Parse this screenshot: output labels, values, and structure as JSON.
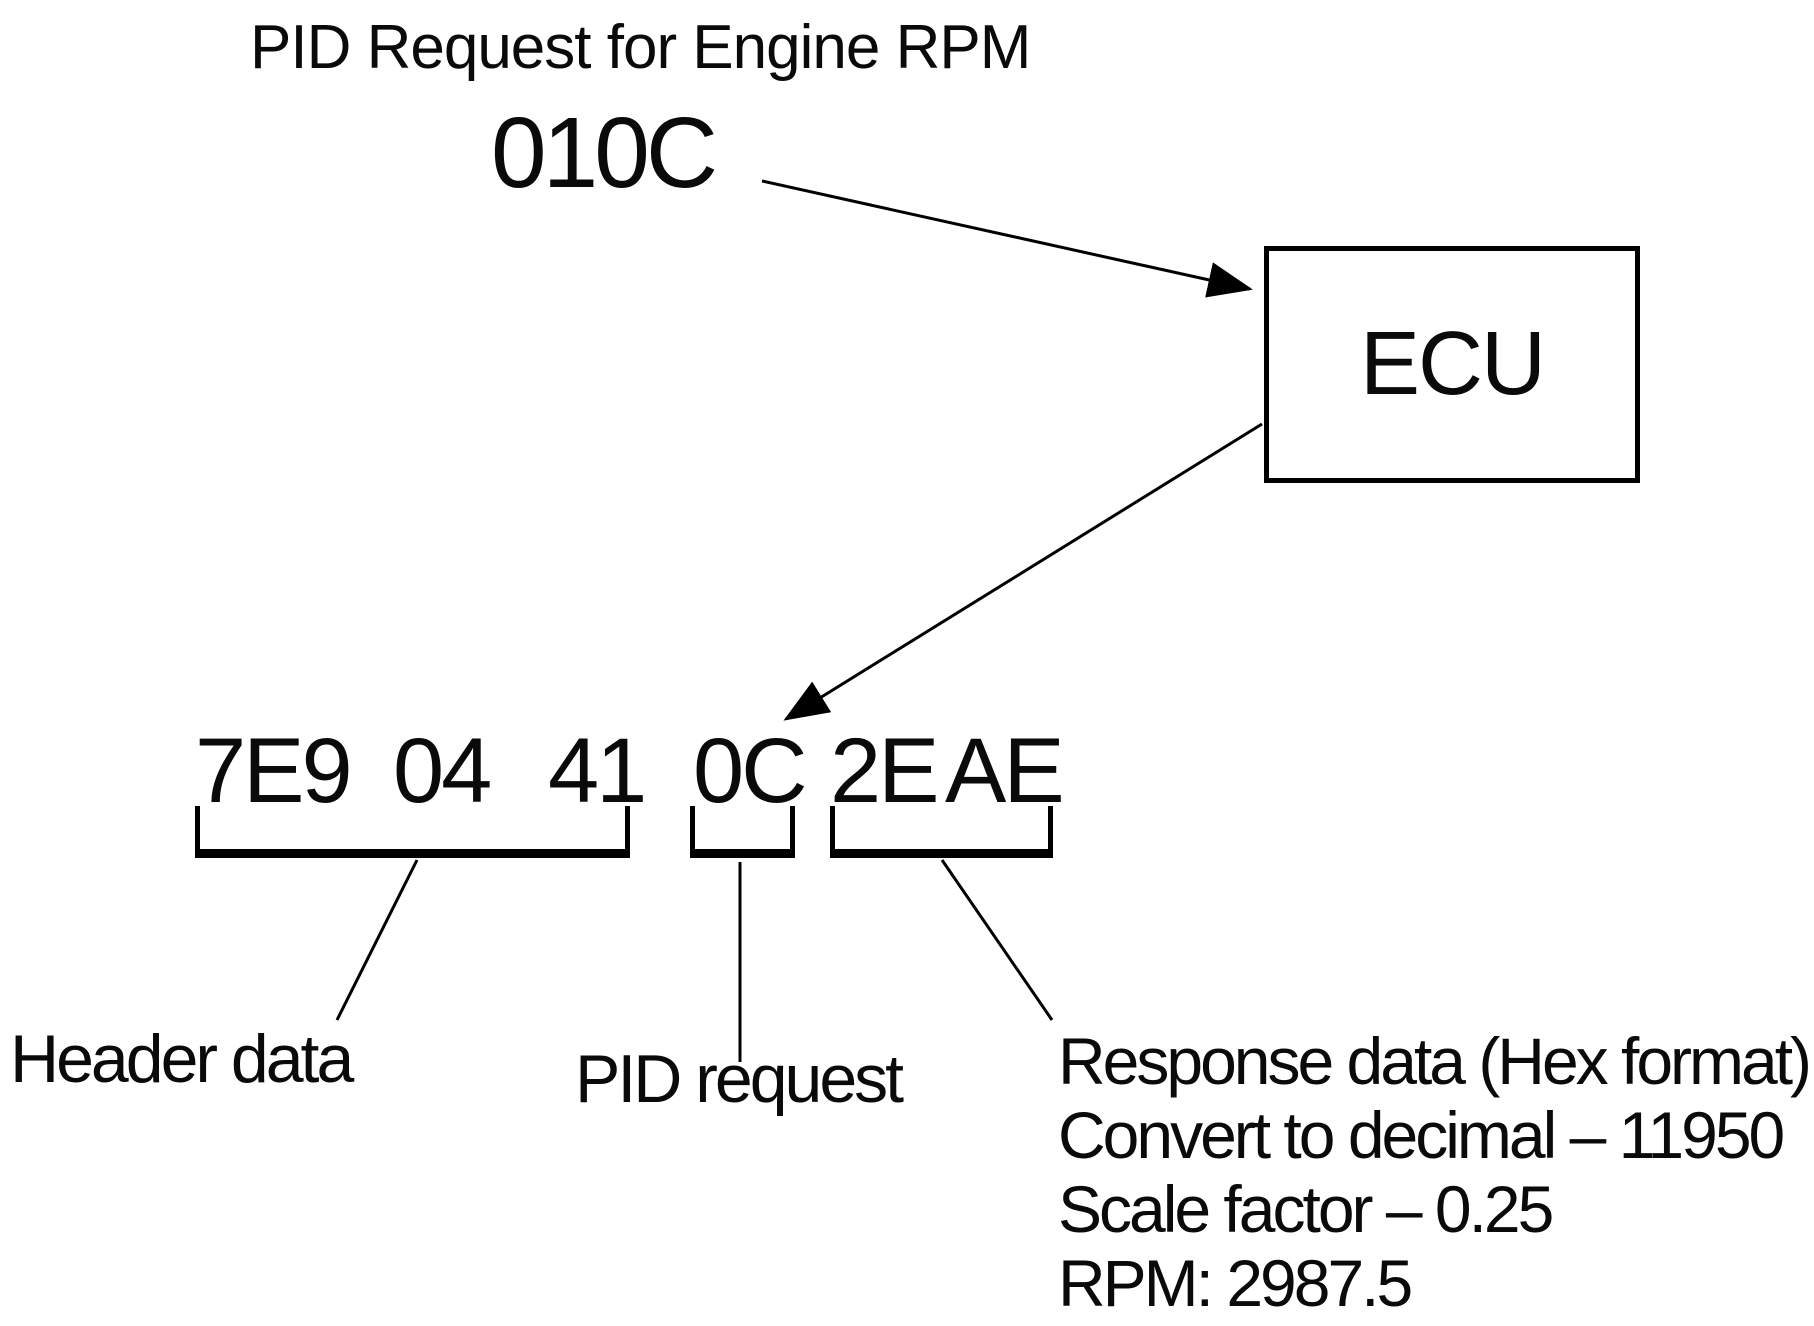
{
  "title": "PID Request for Engine RPM",
  "request": {
    "code": "010C"
  },
  "ecu": {
    "label": "ECU"
  },
  "response_frame": {
    "groups": [
      "7E9",
      "04",
      "41",
      "0C",
      "2E",
      "AE"
    ]
  },
  "annotations": {
    "header_label": "Header data",
    "pid_label": "PID request",
    "response_lines": [
      "Response data (Hex format)",
      "Convert to decimal – 11950",
      "Scale factor – 0.25",
      "RPM: 2987.5"
    ]
  },
  "colors": {
    "ink": "#000000",
    "background": "#ffffff"
  }
}
